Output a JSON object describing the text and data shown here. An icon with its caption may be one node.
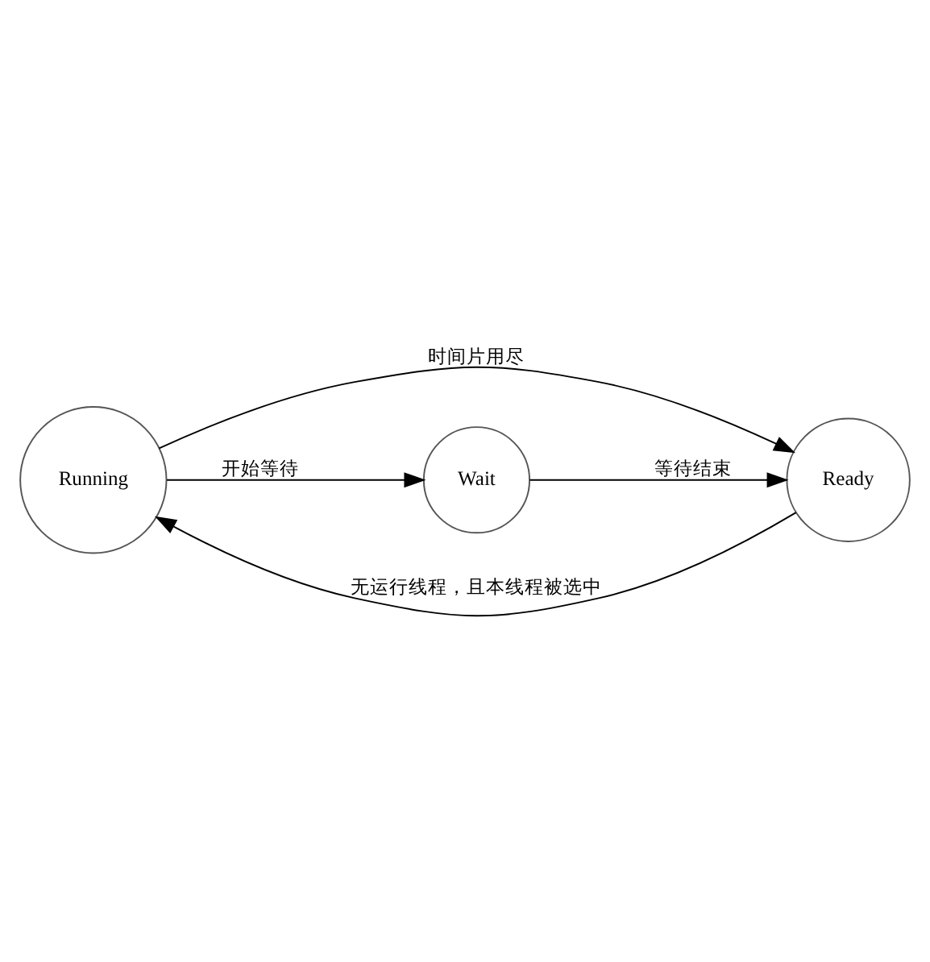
{
  "diagram": {
    "nodes": [
      {
        "text": [
          "Running"
        ]
      },
      {
        "text": [
          "Ready"
        ]
      },
      {
        "text": [
          "Wait"
        ]
      }
    ],
    "edges": [
      {
        "from": 1,
        "to": 0,
        "arrow": "to",
        "label": "无运行线程，且本线程被选中"
      },
      {
        "from": 0,
        "to": 1,
        "arrow": "to",
        "label": "时间片用尽"
      },
      {
        "from": 0,
        "to": 2,
        "arrow": "to",
        "label": "开始等待"
      },
      {
        "from": 2,
        "to": 1,
        "arrow": "to",
        "label": "等待结束"
      }
    ]
  }
}
